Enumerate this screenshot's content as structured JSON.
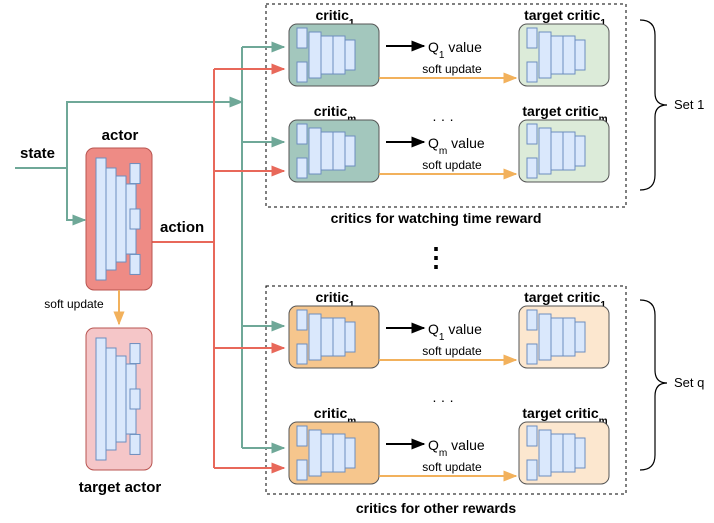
{
  "labels": {
    "state": "state",
    "actor": "actor",
    "action": "action",
    "soft_update_actor": "soft update",
    "target_actor": "target actor",
    "ellipsis_vertical": "⋮",
    "ellipsis_h": "· · ·"
  },
  "sets": [
    {
      "label": "Set 1",
      "caption": "critics for watching time reward",
      "critic_color": "#a3c7bd",
      "target_color": "#dcebd9",
      "rows": [
        {
          "critic": "critic",
          "critic_sub": "1",
          "target": "target critic",
          "target_sub": "1",
          "q": "Q",
          "q_sub": "1",
          "q_tail": " value",
          "soft": "soft update"
        },
        {
          "critic": "critic",
          "critic_sub": "m",
          "target": "target critic",
          "target_sub": "m",
          "q": "Q",
          "q_sub": "m",
          "q_tail": " value",
          "soft": "soft update"
        }
      ]
    },
    {
      "label": "Set q",
      "caption": "critics for other rewards",
      "critic_color": "#f6c68d",
      "target_color": "#fce7cf",
      "rows": [
        {
          "critic": "critic",
          "critic_sub": "1",
          "target": "target critic",
          "target_sub": "1",
          "q": "Q",
          "q_sub": "1",
          "q_tail": " value",
          "soft": "soft update"
        },
        {
          "critic": "critic",
          "critic_sub": "m",
          "target": "target critic",
          "target_sub": "m",
          "q": "Q",
          "q_sub": "m",
          "q_tail": " value",
          "soft": "soft update"
        }
      ]
    }
  ],
  "colors": {
    "green_arrow": "#6fa898",
    "red_arrow": "#e8685a",
    "orange_arrow": "#f2b15c",
    "black_arrow": "#000000",
    "actor_fill": "#ee8b85",
    "actor_stroke": "#b85450",
    "target_actor_fill": "#f5c6c8",
    "target_actor_stroke": "#b85450",
    "layer_fill": "#dae8fc",
    "layer_stroke": "#6c8ebf"
  }
}
